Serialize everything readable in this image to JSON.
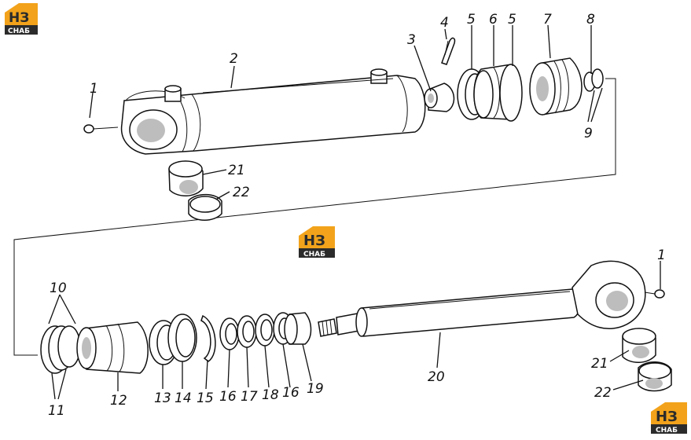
{
  "logo": {
    "top": "НЗ",
    "bottom": "СНАБ"
  },
  "labels": {
    "l1a": "1",
    "l2": "2",
    "l3": "3",
    "l4": "4",
    "l5a": "5",
    "l6": "6",
    "l5b": "5",
    "l7": "7",
    "l8": "8",
    "l9": "9",
    "l21a": "21",
    "l22a": "22",
    "l10": "10",
    "l11": "11",
    "l12": "12",
    "l13": "13",
    "l14": "14",
    "l15": "15",
    "l16a": "16",
    "l17": "17",
    "l18": "18",
    "l16b": "16",
    "l19": "19",
    "l20": "20",
    "l1b": "1",
    "l21b": "21",
    "l22b": "22"
  },
  "colors": {
    "logo_orange": "#f2a31b",
    "logo_dark": "#2b2b2b",
    "line": "#111111"
  }
}
